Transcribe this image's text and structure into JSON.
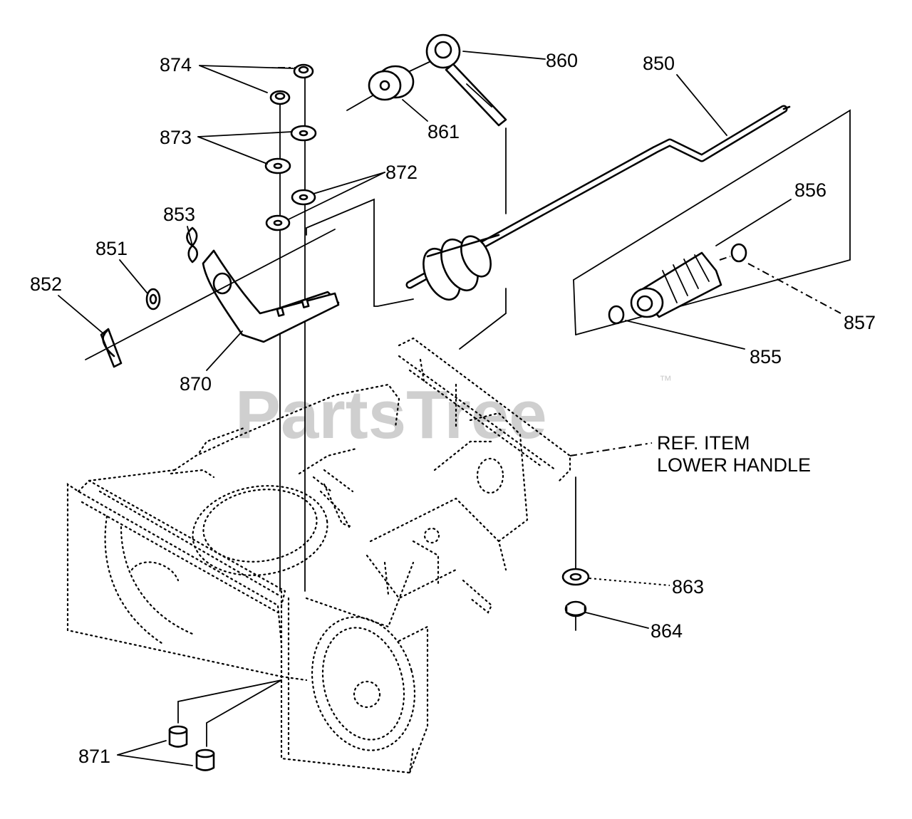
{
  "watermark": {
    "text": "PartsTree",
    "trademark": "™"
  },
  "reference_note": {
    "line1": "REF. ITEM",
    "line2": "LOWER HANDLE"
  },
  "callouts": {
    "p860": "860",
    "p850": "850",
    "p861": "861",
    "p874": "874",
    "p873": "873",
    "p872": "872",
    "p856": "856",
    "p853": "853",
    "p851": "851",
    "p852": "852",
    "p857": "857",
    "p855": "855",
    "p870": "870",
    "p863": "863",
    "p864": "864",
    "p871": "871"
  }
}
